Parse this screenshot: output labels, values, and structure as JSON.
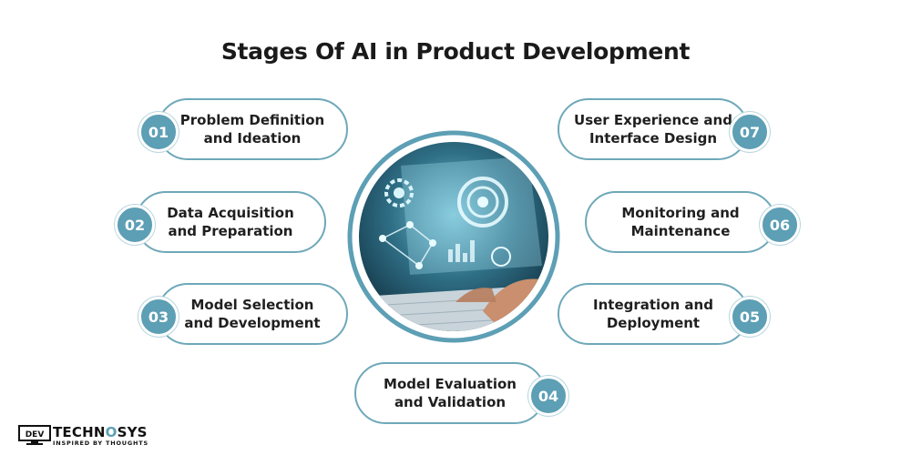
{
  "title": "Stages Of AI in Product Development",
  "stages": [
    {
      "num": "01",
      "line1": "Problem Definition",
      "line2": "and Ideation"
    },
    {
      "num": "02",
      "line1": "Data Acquisition",
      "line2": "and Preparation"
    },
    {
      "num": "03",
      "line1": "Model Selection",
      "line2": "and Development"
    },
    {
      "num": "04",
      "line1": "Model Evaluation",
      "line2": "and Validation"
    },
    {
      "num": "05",
      "line1": "Integration and",
      "line2": "Deployment"
    },
    {
      "num": "06",
      "line1": "Monitoring and",
      "line2": "Maintenance"
    },
    {
      "num": "07",
      "line1": "User Experience and",
      "line2": "Interface Design"
    }
  ],
  "logo": {
    "name_a": "TECHN",
    "name_b": "SYS",
    "tagline": "INSPIRED BY THOUGHTS",
    "mark": "DEV"
  },
  "colors": {
    "accent": "#5d9fb5",
    "border": "#6ea8b9",
    "text": "#1f1f1f"
  }
}
